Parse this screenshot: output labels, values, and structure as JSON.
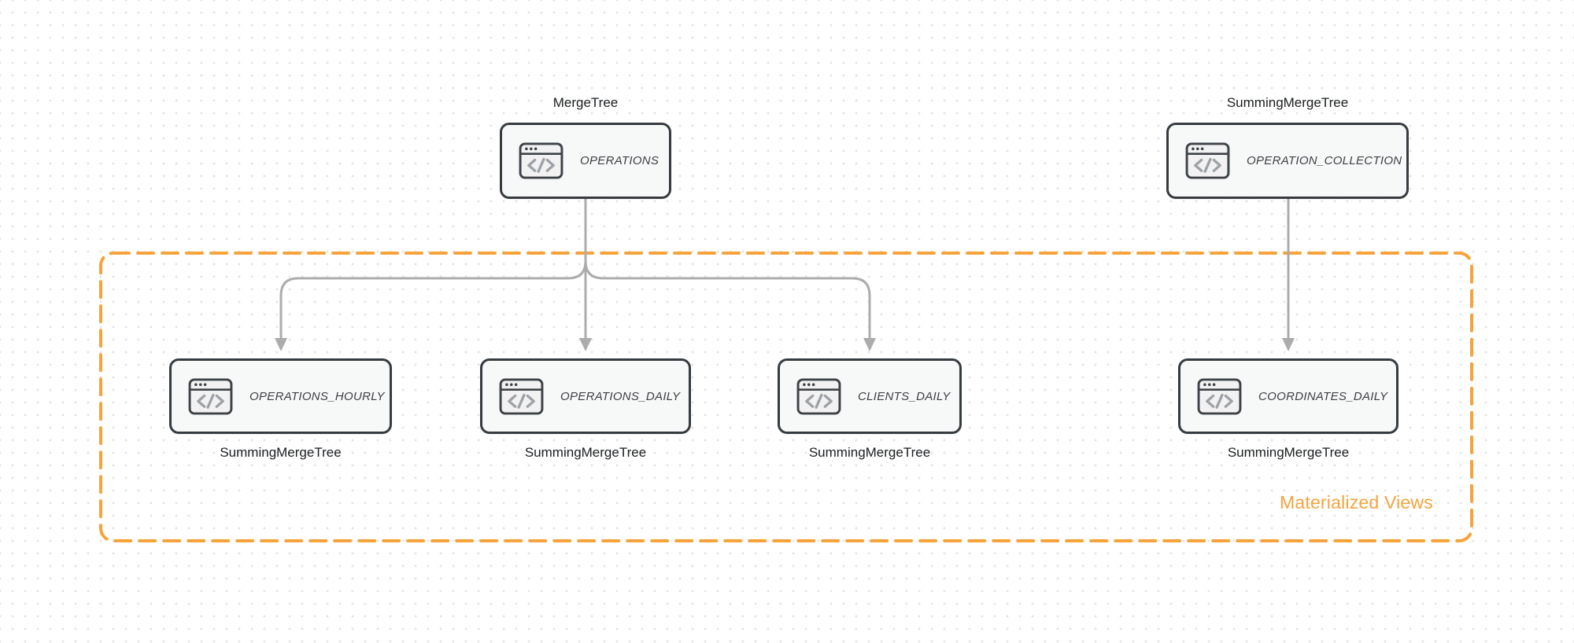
{
  "diagram": {
    "kind": "database-table-flow",
    "group": {
      "label": "Materialized Views",
      "style": "dashed-rounded-rectangle",
      "label_position": "bottom-right-inside"
    },
    "nodes": [
      {
        "id": "operations",
        "title": "OPERATIONS",
        "engine": "MergeTree",
        "engine_label_position": "top",
        "icon": "code-window-icon",
        "in_group": false
      },
      {
        "id": "operation_collection",
        "title": "OPERATION_COLLECTION",
        "engine": "SummingMergeTree",
        "engine_label_position": "top",
        "icon": "code-window-icon",
        "in_group": false
      },
      {
        "id": "operations_hourly",
        "title": "OPERATIONS_HOURLY",
        "engine": "SummingMergeTree",
        "engine_label_position": "bottom",
        "icon": "code-window-icon",
        "in_group": true
      },
      {
        "id": "operations_daily",
        "title": "OPERATIONS_DAILY",
        "engine": "SummingMergeTree",
        "engine_label_position": "bottom",
        "icon": "code-window-icon",
        "in_group": true
      },
      {
        "id": "clients_daily",
        "title": "CLIENTS_DAILY",
        "engine": "SummingMergeTree",
        "engine_label_position": "bottom",
        "icon": "code-window-icon",
        "in_group": true
      },
      {
        "id": "coordinates_daily",
        "title": "COORDINATES_DAILY",
        "engine": "SummingMergeTree",
        "engine_label_position": "bottom",
        "icon": "code-window-icon",
        "in_group": true
      }
    ],
    "edges": [
      {
        "from": "operations",
        "to": "operations_hourly"
      },
      {
        "from": "operations",
        "to": "operations_daily"
      },
      {
        "from": "operations",
        "to": "clients_daily"
      },
      {
        "from": "operation_collection",
        "to": "coordinates_daily"
      }
    ]
  },
  "colors": {
    "accent_orange": "#F6A33C",
    "arrow_gray": "#ACACAC",
    "node_border": "#363B3F",
    "node_fill": "#F7F8F8",
    "label_dark": "#1B1D1F",
    "title_color": "#3E4145",
    "dot_color": "#E4E4E4"
  }
}
